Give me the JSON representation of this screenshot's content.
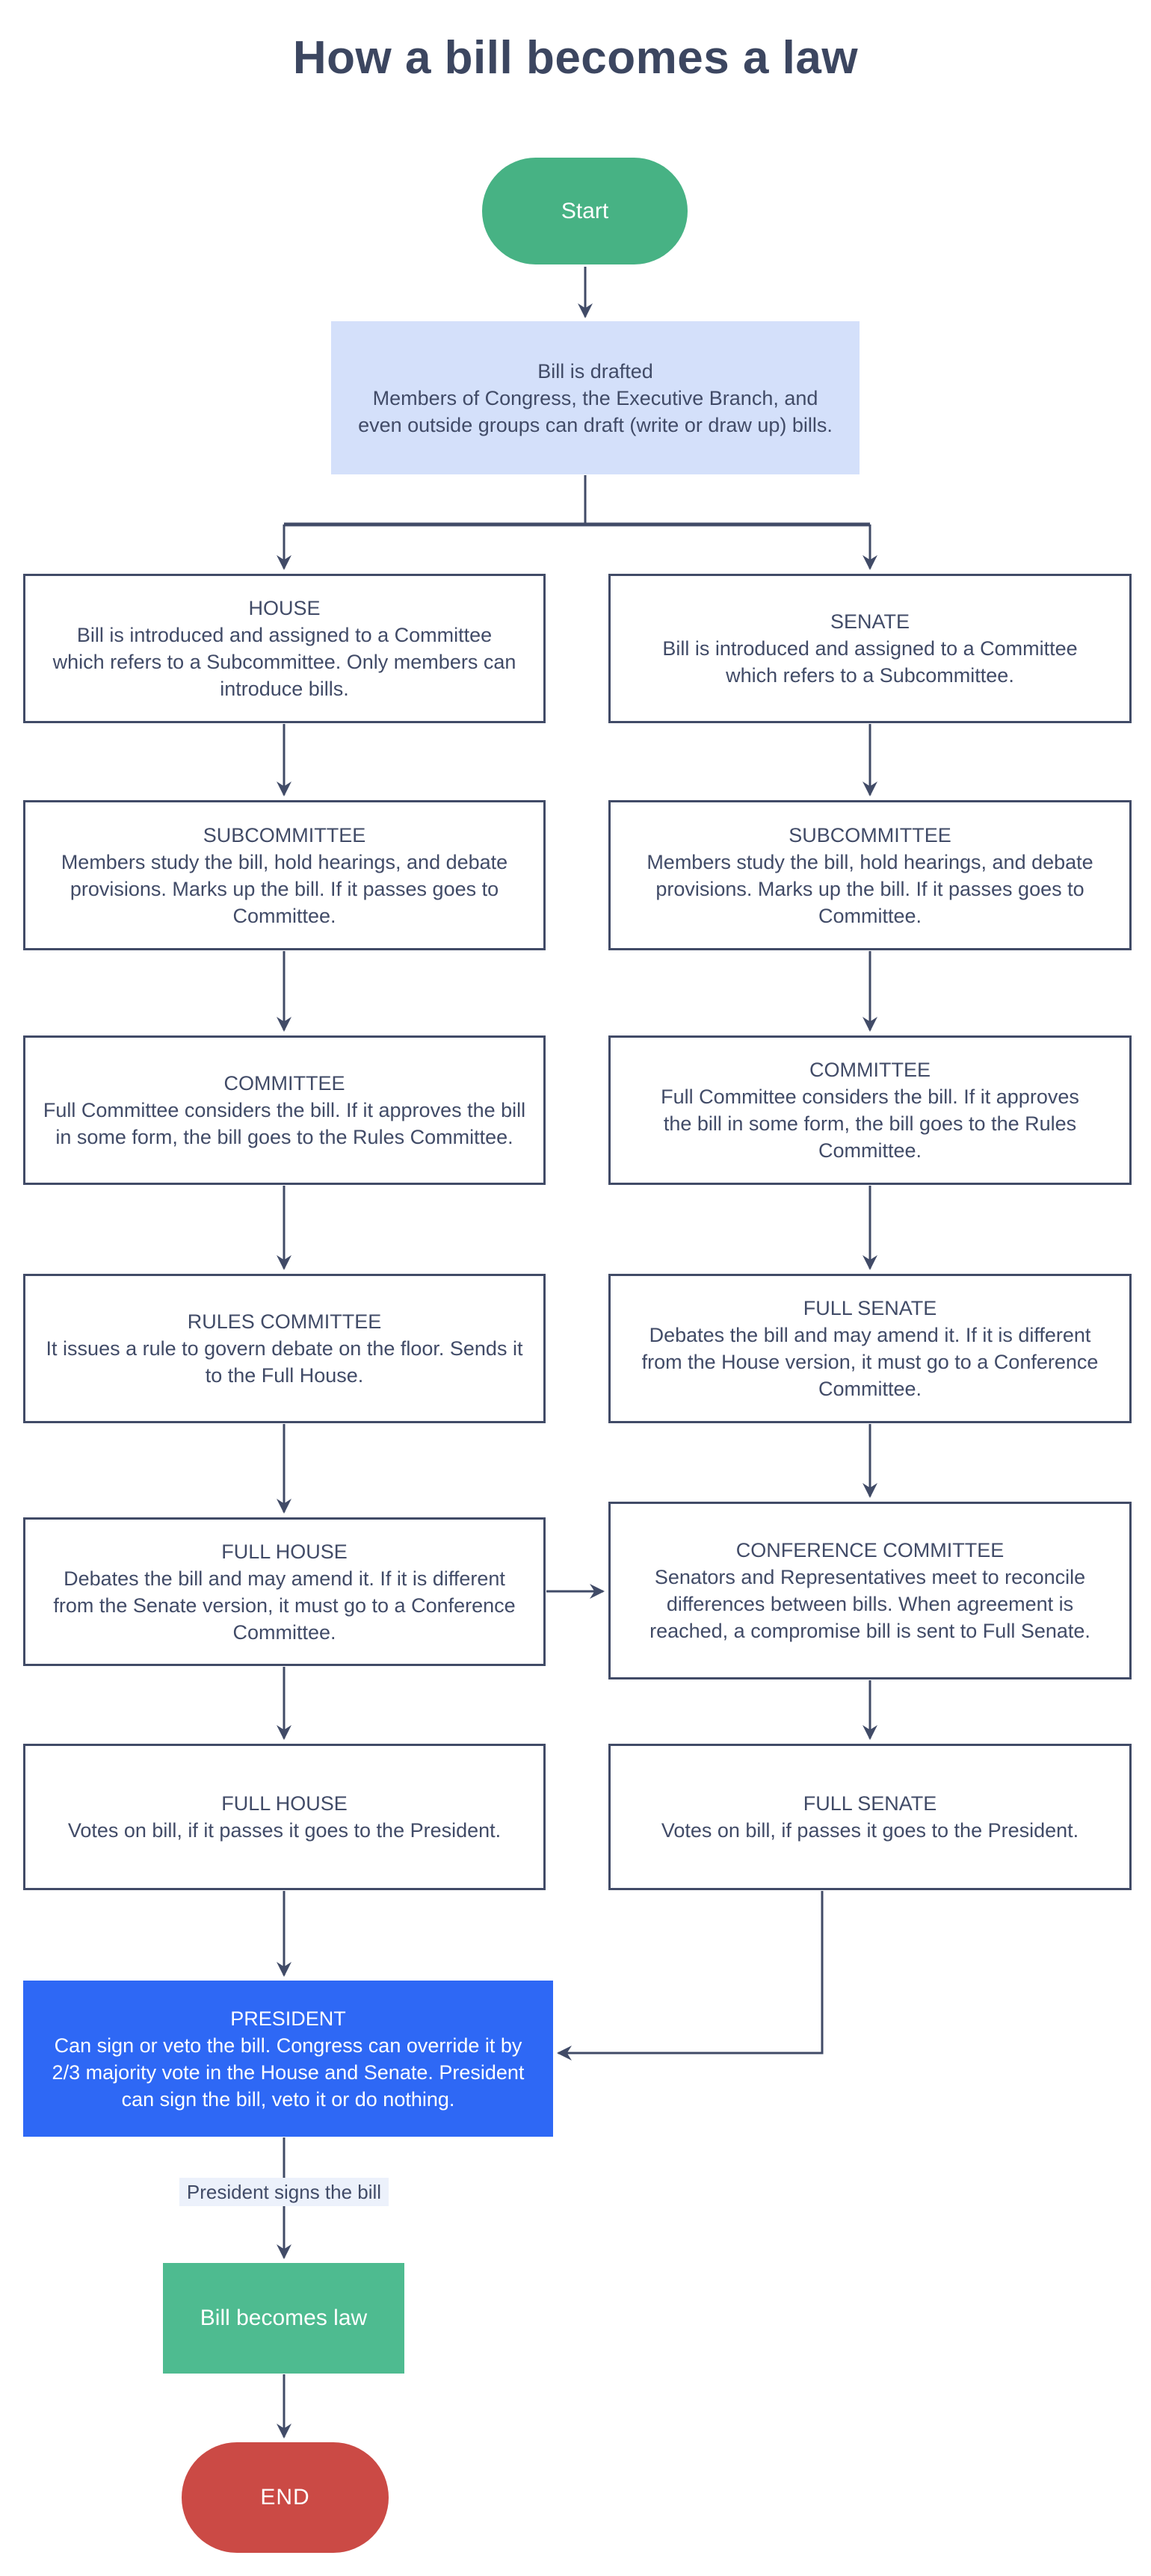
{
  "page_title": "How a bill becomes a law",
  "colors": {
    "text_navy": "#414B67",
    "node_border": "#414B67",
    "start_green": "#47B284",
    "law_green": "#4EBB90",
    "president_blue": "#2E68F5",
    "end_red": "#CB4A45",
    "drafted_fill": "#D4E0FA",
    "edge_label_bg": "#ECF1FB"
  },
  "nodes": {
    "start": {
      "label": "Start"
    },
    "drafted": {
      "title": "Bill is drafted",
      "body": "Members of Congress, the Executive Branch, and even outside groups can draft (write or draw up) bills."
    },
    "house": {
      "title": "HOUSE",
      "body": "Bill is introduced and assigned to a Committee which refers to a Subcommittee. Only members can introduce bills."
    },
    "senate": {
      "title": "SENATE",
      "body": "Bill is introduced and assigned to a Committee which refers to a Subcommittee."
    },
    "house_subcommittee": {
      "title": "SUBCOMMITTEE",
      "body": "Members study the bill, hold hearings, and debate provisions. Marks up the bill. If it passes goes to Committee."
    },
    "senate_subcommittee": {
      "title": "SUBCOMMITTEE",
      "body": "Members study the bill, hold hearings, and debate provisions. Marks up the bill. If it passes goes to Committee."
    },
    "house_committee": {
      "title": "COMMITTEE",
      "body": "Full Committee considers the bill. If it approves the bill in some form, the bill goes to the Rules Committee."
    },
    "senate_committee": {
      "title": "COMMITTEE",
      "body": "Full Committee considers the bill. If it approves the bill in some form, the bill goes to the Rules Committee."
    },
    "rules_committee": {
      "title": "RULES COMMITTEE",
      "body": "It issues a rule to govern debate on the floor. Sends it to the Full House."
    },
    "full_senate_debate": {
      "title": "FULL SENATE",
      "body": "Debates the bill and may amend it. If it is different from the House version, it must go to a Conference Committee."
    },
    "full_house_debate": {
      "title": "FULL HOUSE",
      "body": "Debates the bill and may amend it. If it is different from the Senate version, it must go to a Conference Committee."
    },
    "conference_committee": {
      "title": "CONFERENCE COMMITTEE",
      "body": "Senators and Representatives meet to reconcile differences between bills. When agreement is reached, a compromise bill is sent to Full Senate."
    },
    "full_house_vote": {
      "title": "FULL HOUSE",
      "body": "Votes on bill, if it passes it goes to the President."
    },
    "full_senate_vote": {
      "title": "FULL SENATE",
      "body": "Votes on bill, if passes it goes to the President."
    },
    "president": {
      "title": "PRESIDENT",
      "body": "Can sign or veto the bill. Congress can override it by 2/3 majority vote in the House and Senate. President can sign the bill, veto it or do nothing."
    },
    "bill_becomes_law": {
      "label": "Bill becomes law"
    },
    "end": {
      "label": "END"
    }
  },
  "edge_labels": {
    "president_signs": "President signs the bill"
  }
}
